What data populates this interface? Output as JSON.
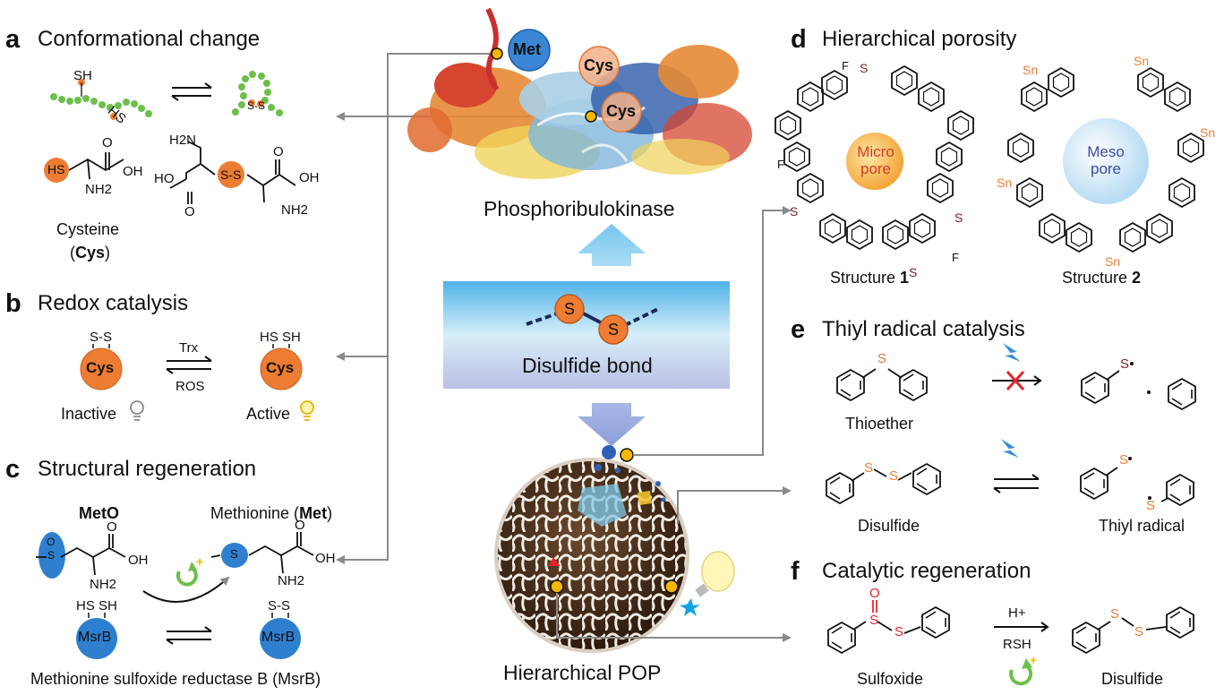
{
  "panels": {
    "a": {
      "letter": "a",
      "title": "Conformational change",
      "sh_label": "SH",
      "hs_label": "HS",
      "ss_label": "S-S",
      "cys_name": "Cysteine",
      "cys_abbr_open": "(",
      "cys_abbr": "Cys",
      "cys_abbr_close": ")",
      "hs": "HS",
      "nh2": "NH2",
      "oh": "OH",
      "o": "O",
      "h2n": "H2N",
      "ho": "HO",
      "ss": "S-S"
    },
    "b": {
      "letter": "b",
      "title": "Redox catalysis",
      "left_top": "S-S",
      "right_top": "HS SH",
      "cys": "Cys",
      "forward": "Trx",
      "reverse": "ROS",
      "inactive": "Inactive",
      "active": "Active"
    },
    "c": {
      "letter": "c",
      "title": "Structural regeneration",
      "meto": "MetO",
      "met_prefix": "Methionine (",
      "met_bold": "Met",
      "met_suffix": ")",
      "s": "S",
      "o": "O",
      "oh": "OH",
      "nh2": "NH2",
      "msrb_left_top": "HS SH",
      "msrb_right_top": "S-S",
      "msrb": "MsrB",
      "caption": "Methionine sulfoxide reductase B (MsrB)"
    },
    "center": {
      "met": "Met",
      "cys1": "Cys",
      "cys2": "Cys",
      "protein": "Phosphoribulokinase",
      "s1": "S",
      "s2": "S",
      "bond": "Disulfide bond",
      "pop": "Hierarchical POP"
    },
    "d": {
      "letter": "d",
      "title": "Hierarchical porosity",
      "micro1": "Micro",
      "micro2": "pore",
      "meso1": "Meso",
      "meso2": "pore",
      "f": "F",
      "s": "S",
      "sn": "Sn",
      "struct_prefix": "Structure ",
      "struct1": "1",
      "struct2": "2"
    },
    "e": {
      "letter": "e",
      "title": "Thiyl radical catalysis",
      "thioether": "Thioether",
      "disulfide": "Disulfide",
      "radical": "Thiyl radical",
      "s": "S"
    },
    "f": {
      "letter": "f",
      "title": "Catalytic regeneration",
      "hplus": "H+",
      "rsh": "RSH",
      "sulfoxide": "Sulfoxide",
      "disulfide": "Disulfide",
      "s": "S",
      "o": "O"
    }
  },
  "colors": {
    "orange": "#ee7d33",
    "blue": "#2f7fcf",
    "gray": "#7a7a7a",
    "red": "#e0262a",
    "darkred": "#7a1f1f",
    "green": "#6cc04a",
    "bulb": "#f5c518"
  }
}
